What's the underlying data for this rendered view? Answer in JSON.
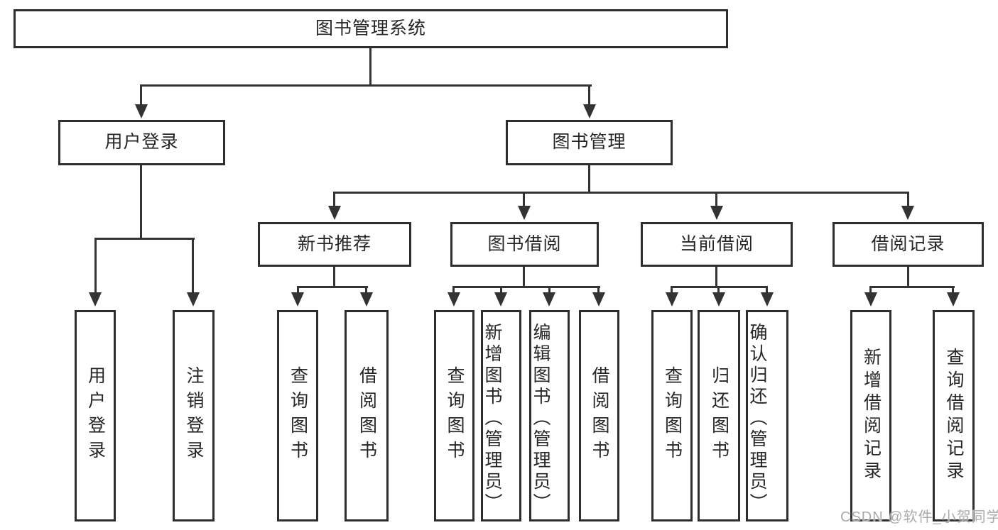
{
  "title": "图书管理系统",
  "watermark": "CSDN @软件_小贺同学",
  "colors": {
    "line": "#333333",
    "border": "#2e2e2e",
    "text": "#262626",
    "watermark": "#ababab",
    "background": "#ffffff"
  },
  "level2": [
    {
      "label": "用户登录"
    },
    {
      "label": "图书管理"
    }
  ],
  "level3": [
    {
      "label": "新书推荐"
    },
    {
      "label": "图书借阅"
    },
    {
      "label": "当前借阅"
    },
    {
      "label": "借阅记录"
    }
  ],
  "level4": {
    "user_login": [
      {
        "label": "用户登录"
      },
      {
        "label": "注销登录"
      }
    ],
    "new_books": [
      {
        "label": "查询图书"
      },
      {
        "label": "借阅图书"
      }
    ],
    "book_borrowing": [
      {
        "label": "查询图书"
      },
      {
        "label": "新增图书（管理员）"
      },
      {
        "label": "编辑图书（管理员）"
      },
      {
        "label": "借阅图书"
      }
    ],
    "current_borrowing": [
      {
        "label": "查询图书"
      },
      {
        "label": "归还图书"
      },
      {
        "label": "确认归还（管理员）"
      }
    ],
    "borrow_records": [
      {
        "label": "新增借阅记录"
      },
      {
        "label": "查询借阅记录"
      }
    ]
  }
}
